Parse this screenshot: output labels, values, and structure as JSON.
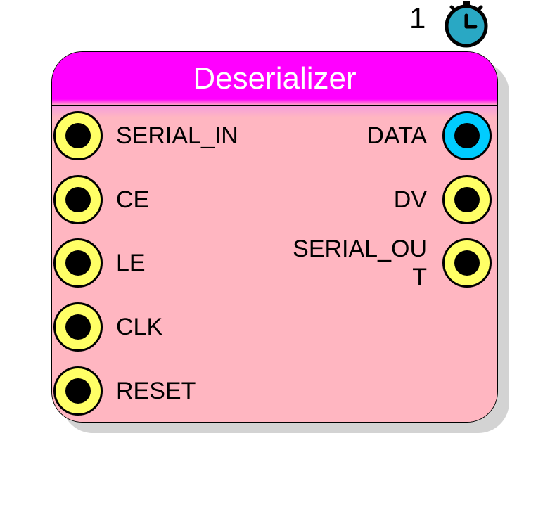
{
  "block": {
    "title": "Deserializer",
    "header_color": "#ff00ff",
    "body_color": "#ffb6c1"
  },
  "clock": {
    "count": "1",
    "icon": "stopwatch-icon",
    "color": "#29a8c4"
  },
  "inputs": [
    {
      "label": "SERIAL_IN",
      "color": "#ffff66"
    },
    {
      "label": "CE",
      "color": "#ffff66"
    },
    {
      "label": "LE",
      "color": "#ffff66"
    },
    {
      "label": "CLK",
      "color": "#ffff66"
    },
    {
      "label": "RESET",
      "color": "#ffff66"
    }
  ],
  "outputs": [
    {
      "label": "DATA",
      "color": "#00ccff"
    },
    {
      "label": "DV",
      "color": "#ffff66"
    },
    {
      "label": "SERIAL_OUT",
      "color": "#ffff66"
    }
  ]
}
